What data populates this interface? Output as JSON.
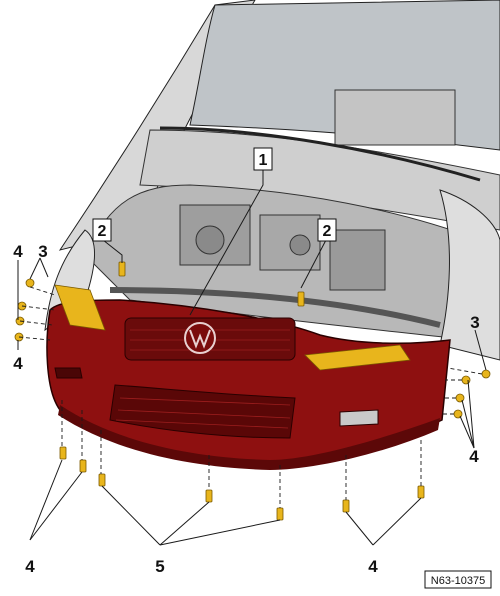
{
  "diagram": {
    "reference_code": "N63-10375",
    "callouts": [
      {
        "id": "c1",
        "label": "1"
      },
      {
        "id": "c2a",
        "label": "2"
      },
      {
        "id": "c2b",
        "label": "2"
      },
      {
        "id": "c3a",
        "label": "3"
      },
      {
        "id": "c3b",
        "label": "3"
      },
      {
        "id": "c4a",
        "label": "4"
      },
      {
        "id": "c4b",
        "label": "4"
      },
      {
        "id": "c4c",
        "label": "4"
      },
      {
        "id": "c4d",
        "label": "4"
      },
      {
        "id": "c4e",
        "label": "4"
      },
      {
        "id": "c5",
        "label": "5"
      }
    ],
    "colors": {
      "bumper": "#8e1010",
      "bumper_dark": "#6a0b0b",
      "fastener": "#e8b51c",
      "car_body": "#dcdcdc",
      "line": "#1a1a1a"
    }
  }
}
